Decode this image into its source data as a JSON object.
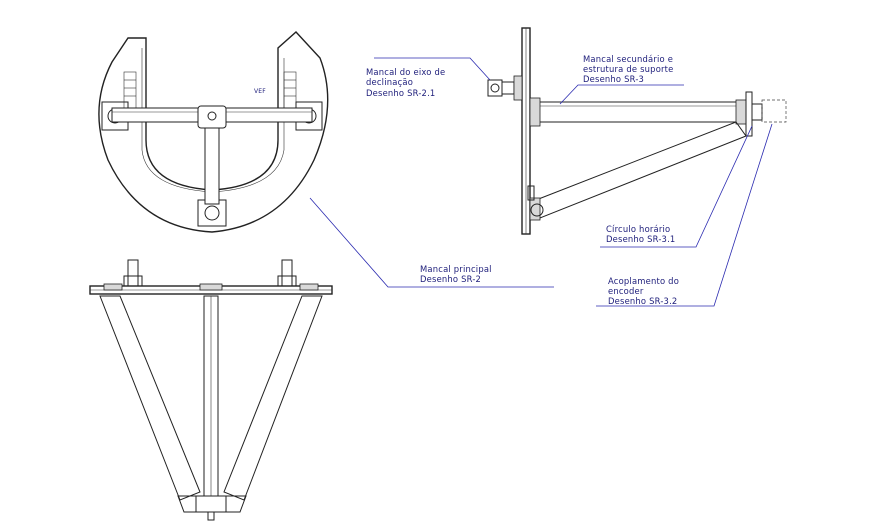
{
  "labels": {
    "eixo": {
      "line1": "Mancal do eixo de",
      "line2": "declinação",
      "line3": "Desenho SR-2.1"
    },
    "secundario": {
      "line1": "Mancal secundário e",
      "line2": "estrutura de suporte",
      "line3": "Desenho SR-3"
    },
    "principal": {
      "line1": "Mancal principal",
      "line2": "Desenho SR-2"
    },
    "circulo": {
      "line1": "Círculo horário",
      "line2": "Desenho SR-3.1"
    },
    "acoplamento": {
      "line1": "Acoplamento do",
      "line2": "encoder",
      "line3": "Desenho SR-3.2"
    }
  },
  "small_mark": "VEF"
}
